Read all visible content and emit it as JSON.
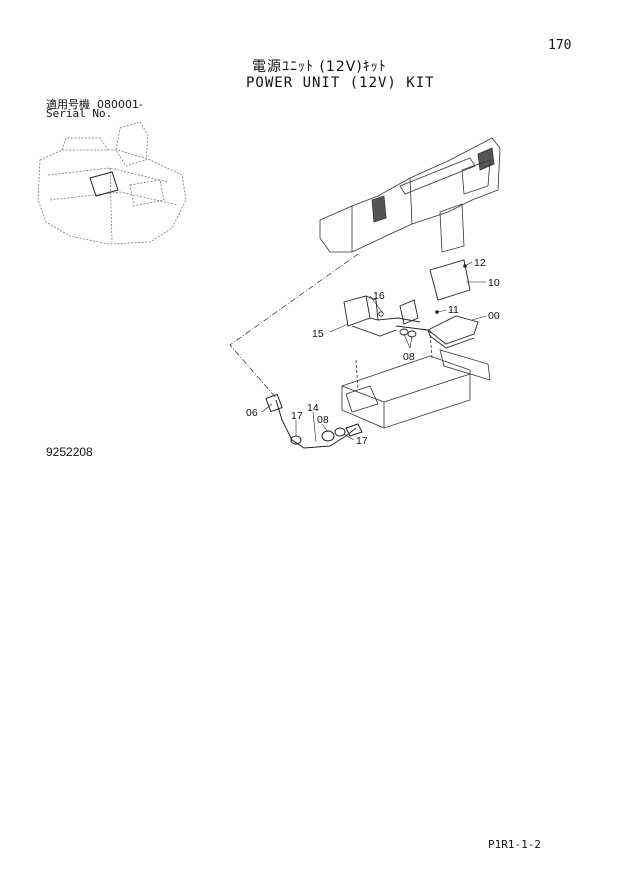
{
  "page": {
    "number": "170",
    "title_jp": "電源ﾕﾆｯﾄ (12V)ｷｯﾄ",
    "title_en": "POWER UNIT (12V) KIT",
    "serial_label_jp": "適用号機",
    "serial_value": "080001-",
    "serial_label_en": "Serial No.",
    "figure_number": "9252208",
    "footer_code": "P1R1-1-2"
  },
  "callouts": [
    "00",
    "06",
    "08",
    "08",
    "10",
    "11",
    "12",
    "14",
    "15",
    "16",
    "17",
    "17"
  ],
  "colors": {
    "line": "#1a1a1a",
    "ghost": "#777777",
    "background": "#ffffff"
  }
}
